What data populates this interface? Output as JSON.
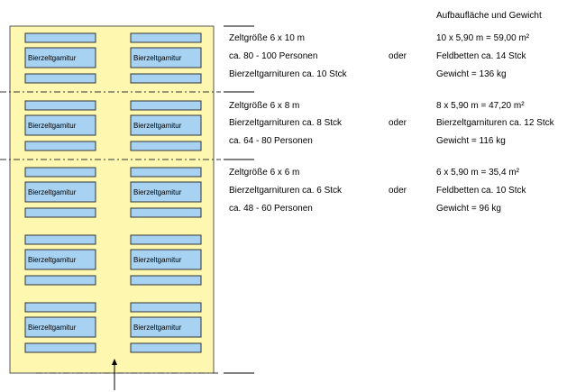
{
  "diagram": {
    "fill_color": "#fdf7b0",
    "bench_color": "#a7d2f2",
    "table_label": "Bierzeltgamitur"
  },
  "header": {
    "title": "Aufbaufläche und Gewicht"
  },
  "or_label": "oder",
  "sections": [
    {
      "lines": [
        "Zeltgröße  6 x 10 m",
        "ca. 80 - 100  Personen",
        "Bierzeltgarnituren  ca. 10 Stck"
      ],
      "right": [
        "10 x 5,90 m  = 59,00 m²",
        "Feldbetten  ca. 14 Stck",
        "Gewicht = 136 kg"
      ]
    },
    {
      "lines": [
        "Zeltgröße  6 x 8 m",
        "Bierzeltgarnituren  ca. 8 Stck",
        "ca. 64 - 80  Personen"
      ],
      "right": [
        "8 x 5,90 m  = 47,20 m²",
        "Bierzeltgarnituren  ca. 12 Stck",
        "Gewicht = 116 kg"
      ]
    },
    {
      "lines": [
        "Zeltgröße  6 x 6 m",
        "Bierzeltgarnituren  ca. 6 Stck",
        "ca. 48 - 60  Personen"
      ],
      "right": [
        "6 x 5,90 m  = 35,4 m²",
        "Feldbetten  ca. 10 Stck",
        "Gewicht = 96 kg"
      ]
    }
  ]
}
